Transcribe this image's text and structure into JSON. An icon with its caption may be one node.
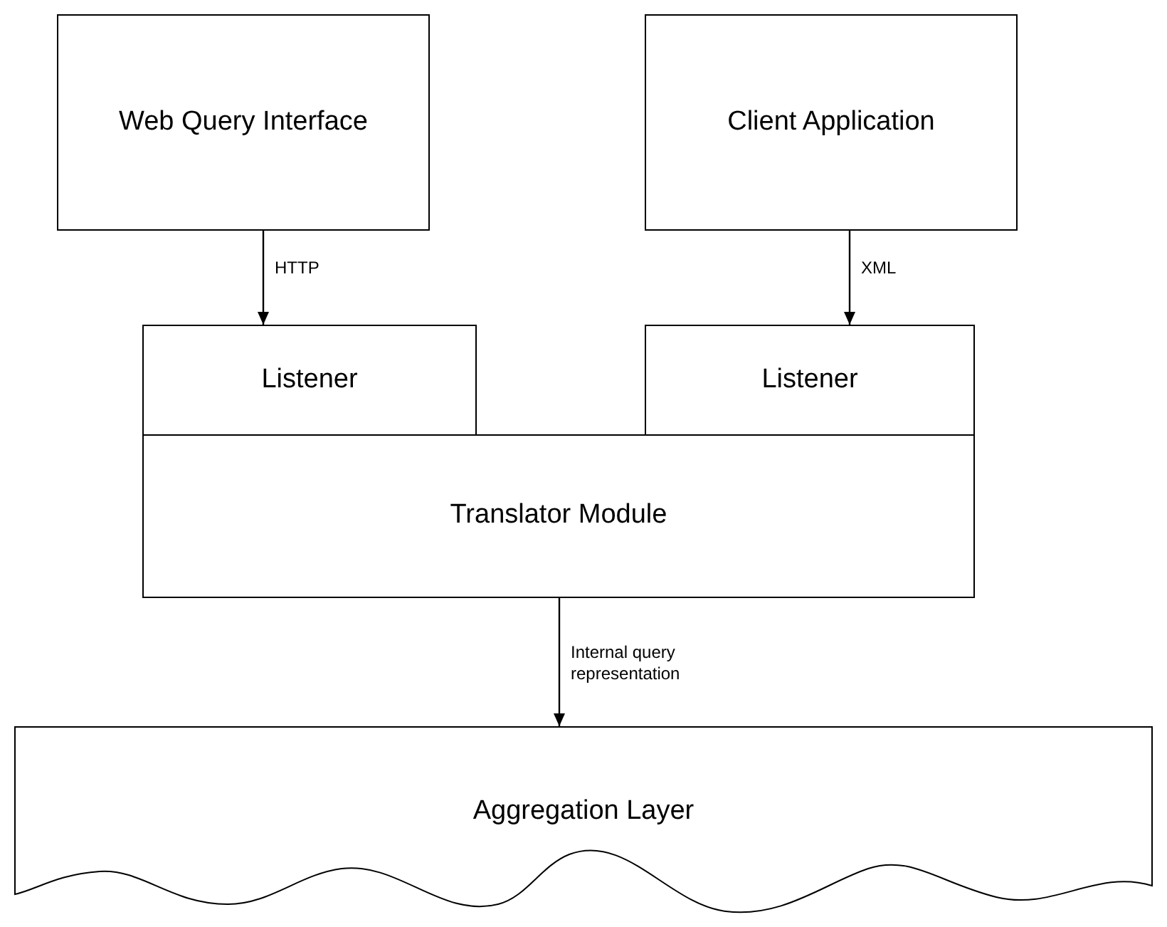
{
  "diagram": {
    "nodes": [
      {
        "text": [
          "Web Query Interface"
        ]
      },
      {
        "text": [
          "Client Application"
        ]
      },
      {
        "text": [
          "Listener"
        ]
      },
      {
        "text": [
          "Listener"
        ]
      },
      {
        "text": [
          "Translator Module"
        ]
      },
      {
        "text": [
          "Aggregation Layer"
        ]
      }
    ],
    "edges": [
      {
        "from": 0,
        "to": 2,
        "arrow": "to",
        "label": "HTTP"
      },
      {
        "from": 1,
        "to": 3,
        "arrow": "to",
        "label": "XML"
      },
      {
        "from": 4,
        "to": 5,
        "arrow": "to",
        "label": "Internal query representation"
      }
    ]
  }
}
